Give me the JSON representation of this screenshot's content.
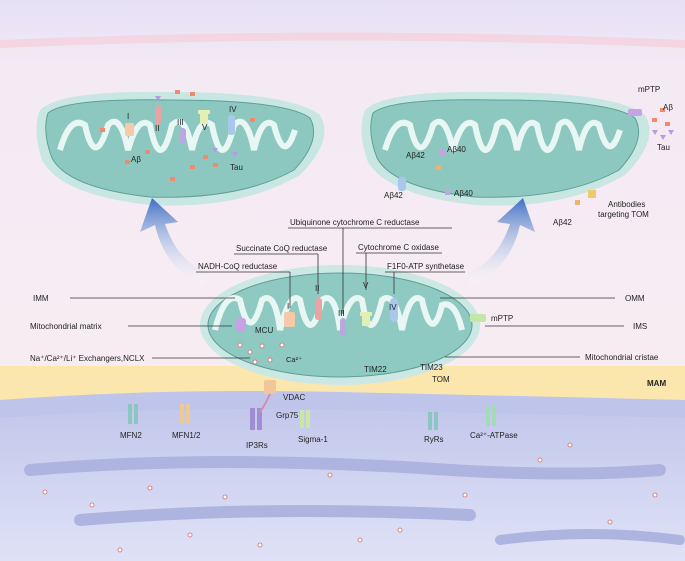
{
  "labels": {
    "imm": "IMM",
    "matrix": "Mitochondrial matrix",
    "exchangers": "Na⁺/Ca²⁺/Li⁺ Exchangers,NCLX",
    "omm": "OMM",
    "ims": "IMS",
    "cristae": "Mitochondrial cristae",
    "mam": "MAM",
    "mcu": "MCU",
    "ca": "Ca²⁺",
    "vdac": "VDAC",
    "grp75": "Grp75",
    "tom": "TOM",
    "tim22": "TIM22",
    "tim23": "TIM23",
    "mptp": "mPTP",
    "nadh": "NADH-CoQ reductase",
    "succinate": "Succinate CoQ reductase",
    "ubiquinone": "Ubiquinone cytochrome C reductase",
    "cytc": "Cytochrome C oxidase",
    "atp": "F1F0-ATP synthetase",
    "c1": "I",
    "c2": "II",
    "c3": "III",
    "c4": "IV",
    "c5": "V"
  },
  "er": {
    "mfn2": "MFN2",
    "mfn12": "MFN1/2",
    "ip3rs": "IP3Rs",
    "sigma1": "Sigma-1",
    "ryrs": "RyRs",
    "serca": "Ca²⁺-ATPase"
  },
  "left_inset": {
    "c1": "I",
    "c2": "II",
    "c3": "III",
    "c5": "V",
    "c4": "IV",
    "abeta": "Aβ",
    "tau": "Tau"
  },
  "right_inset": {
    "mptp": "mPTP",
    "abeta": "Aβ",
    "tau": "Tau",
    "ab42a": "Aβ42",
    "ab40a": "Aβ40",
    "ab42b": "Aβ42",
    "ab40b": "Aβ40",
    "ab42c": "Aβ42",
    "antibodies": "Antibodies",
    "targeting": "targeting TOM"
  },
  "colors": {
    "mito_fill": "#8fc9c2",
    "mito_outer": "#c6e5e0",
    "er_fill": "#b9bfe6",
    "mam": "#fbe4a8",
    "arrow": "#4a78c8"
  }
}
